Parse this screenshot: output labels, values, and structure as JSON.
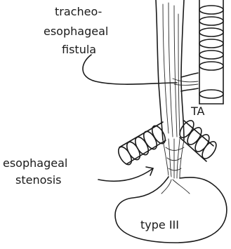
{
  "labels": {
    "fistula_line1": "tracheo-",
    "fistula_line2": "esophageal",
    "fistula_line3": "fistula",
    "ta": "TA",
    "stenosis_line1": "esophageal",
    "stenosis_line2": "stenosis",
    "type": "type III"
  }
}
